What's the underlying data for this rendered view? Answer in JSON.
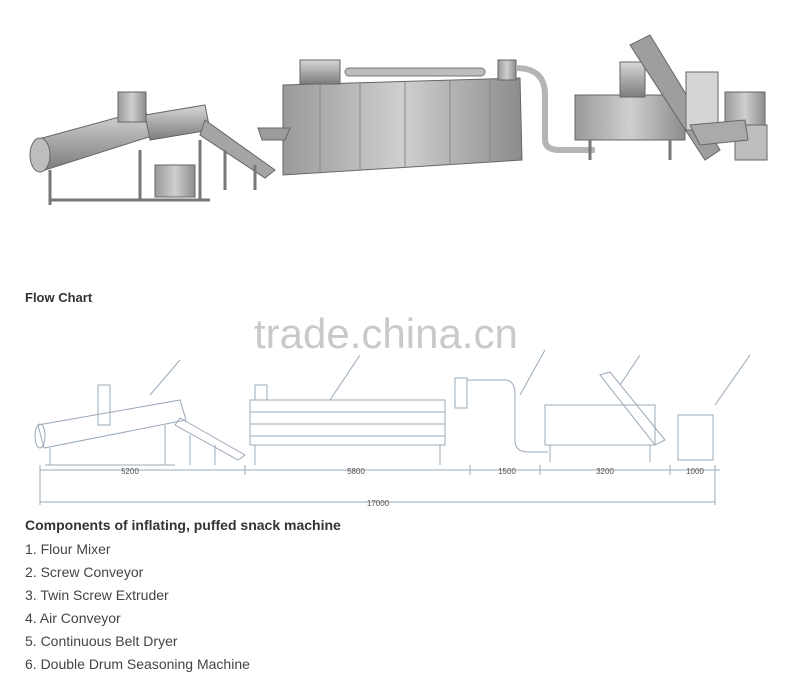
{
  "flow_chart": {
    "title": "Flow Chart"
  },
  "watermark": "trade.china.cn",
  "dimensions": {
    "segments": [
      "5200",
      "5800",
      "1500",
      "3200",
      "1000"
    ],
    "total": "17000"
  },
  "components": {
    "title": "Components of inflating, puffed snack machine",
    "items": [
      "1. Flour Mixer",
      "2. Screw Conveyor",
      "3. Twin Screw Extruder",
      "4. Air Conveyor",
      "5. Continuous Belt Dryer",
      "6. Double Drum Seasoning Machine"
    ]
  }
}
